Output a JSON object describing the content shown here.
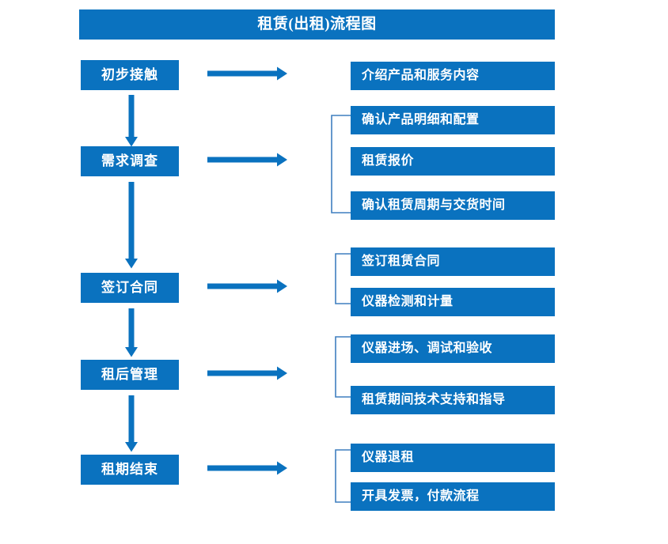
{
  "chart_data": {
    "type": "diagram",
    "title": "租赁(出租)流程图",
    "orientation": "vertical-stages-with-right-details",
    "accent_color": "#0a72bf",
    "bracket_color": "#3f7fbf",
    "background": "#ffffff"
  },
  "title": {
    "text": "租赁(出租)流程图"
  },
  "stages": [
    {
      "id": "stage-1",
      "label": "初步接触",
      "details": [
        "介绍产品和服务内容"
      ],
      "bracketed": false
    },
    {
      "id": "stage-2",
      "label": "需求调查",
      "details": [
        "确认产品明细和配置",
        "租赁报价",
        "确认租赁周期与交货时间"
      ],
      "bracketed": true
    },
    {
      "id": "stage-3",
      "label": "签订合同",
      "details": [
        "签订租赁合同",
        "仪器检测和计量"
      ],
      "bracketed": true
    },
    {
      "id": "stage-4",
      "label": "租后管理",
      "details": [
        "仪器进场、调试和验收",
        "租赁期间技术支持和指导"
      ],
      "bracketed": true
    },
    {
      "id": "stage-5",
      "label": "租期结束",
      "details": [
        "仪器退租",
        "开具发票，付款流程"
      ],
      "bracketed": true
    }
  ],
  "connectors": {
    "right_arrow_name": "arrow-right-icon",
    "down_arrow_name": "arrow-down-icon",
    "bracket_name": "group-bracket"
  }
}
